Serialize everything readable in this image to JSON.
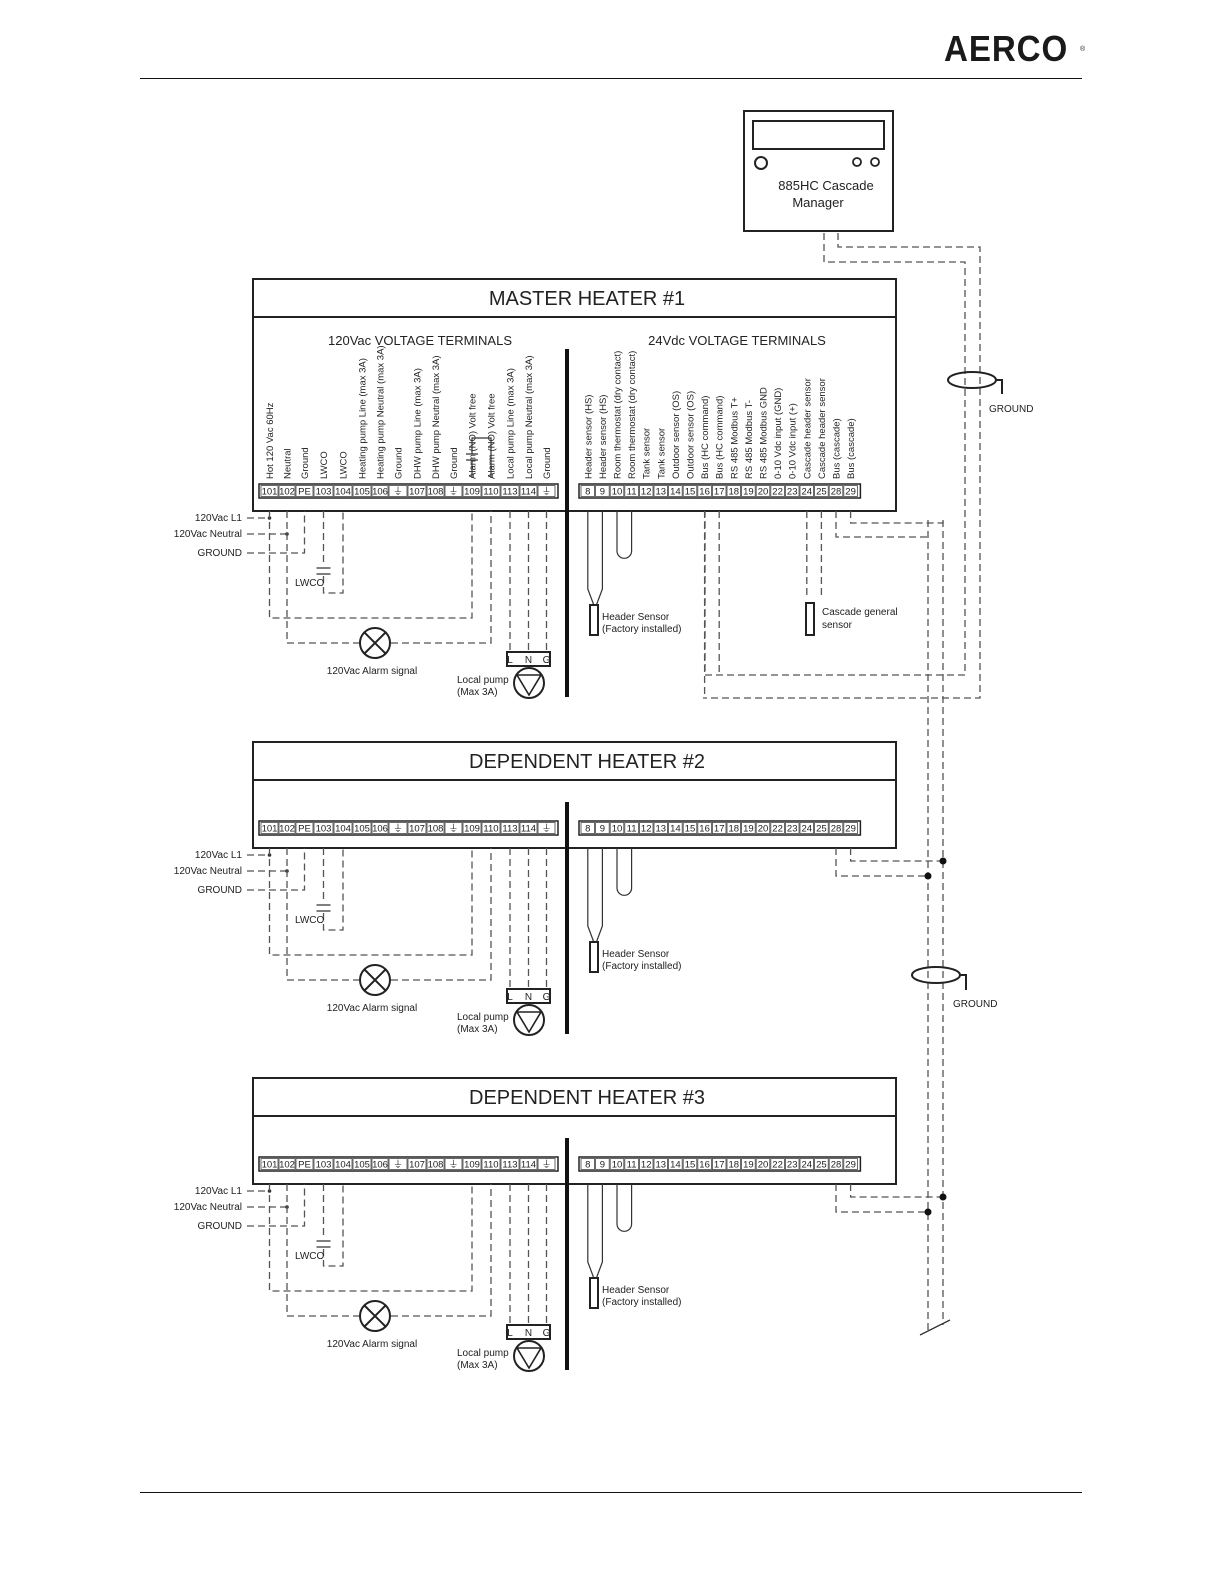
{
  "header": {
    "brand": "AERCO",
    "brand_mark": "®",
    "brand_color": "#5cb85c"
  },
  "manager": {
    "label_line1": "885HC Cascade",
    "label_line2": "Manager"
  },
  "ground_labels": {
    "upper": "GROUND",
    "lower": "GROUND"
  },
  "sections": {
    "ac_title": "120Vac VOLTAGE TERMINALS",
    "dc_title": "24Vdc VOLTAGE TERMINALS"
  },
  "heaters": [
    {
      "title": "MASTER HEATER #1",
      "show_labels": true,
      "has_cascade_sensor": true
    },
    {
      "title": "DEPENDENT HEATER #2",
      "show_labels": false,
      "has_cascade_sensor": false
    },
    {
      "title": "DEPENDENT HEATER #3",
      "show_labels": false,
      "has_cascade_sensor": false
    }
  ],
  "ac_terminals": [
    {
      "id": "101",
      "label": "Hot 120 Vac 60Hz"
    },
    {
      "id": "102",
      "label": "Neutral"
    },
    {
      "id": "PE",
      "label": "Ground"
    },
    {
      "id": "103",
      "label": "LWCO"
    },
    {
      "id": "104",
      "label": "LWCO"
    },
    {
      "id": "105",
      "label": "Heating pump Line (max 3A)"
    },
    {
      "id": "106",
      "label": "Heating pump Neutral (max 3A)"
    },
    {
      "id": "⏚",
      "label": "Ground"
    },
    {
      "id": "107",
      "label": "DHW pump Line (max 3A)"
    },
    {
      "id": "108",
      "label": "DHW pump Neutral (max 3A)"
    },
    {
      "id": "⏚",
      "label": "Ground"
    },
    {
      "id": "109",
      "label": "Alarm (NO) Volt free"
    },
    {
      "id": "110",
      "label": "Alarm (NO) Volt free"
    },
    {
      "id": "113",
      "label": "Local pump Line (max 3A)"
    },
    {
      "id": "114",
      "label": "Local pump Neutral  (max 3A)"
    },
    {
      "id": "⏚",
      "label": "Ground"
    }
  ],
  "dc_terminals": [
    {
      "id": "8",
      "label": "Header sensor (HS)"
    },
    {
      "id": "9",
      "label": "Header sensor (HS)"
    },
    {
      "id": "10",
      "label": "Room thermostat (dry contact)"
    },
    {
      "id": "11",
      "label": "Room thermostat (dry contact)"
    },
    {
      "id": "12",
      "label": "Tank sensor"
    },
    {
      "id": "13",
      "label": "Tank sensor"
    },
    {
      "id": "14",
      "label": "Outdoor sensor (OS)"
    },
    {
      "id": "15",
      "label": "Outdoor sensor (OS)"
    },
    {
      "id": "16",
      "label": "Bus (HC command)"
    },
    {
      "id": "17",
      "label": "Bus (HC command)"
    },
    {
      "id": "18",
      "label": "RS 485 Modbus T+"
    },
    {
      "id": "19",
      "label": "RS 485 Modbus T-"
    },
    {
      "id": "20",
      "label": "RS 485 Modbus GND"
    },
    {
      "id": "22",
      "label": "0-10 Vdc input (GND)"
    },
    {
      "id": "23",
      "label": "0-10 Vdc input (+)"
    },
    {
      "id": "24",
      "label": "Cascade header sensor"
    },
    {
      "id": "25",
      "label": "Cascade header sensor"
    },
    {
      "id": "28",
      "label": "Bus (cascade)"
    },
    {
      "id": "29",
      "label": "Bus (cascade)"
    }
  ],
  "supply_labels": [
    "120Vac L1",
    "120Vac Neutral",
    "GROUND"
  ],
  "lwco_label": "LWCO",
  "alarm_label": "120Vac Alarm signal",
  "pump": {
    "terminals": [
      "L",
      "N",
      "G"
    ],
    "label_line1": "Local pump",
    "label_line2": "(Max 3A)"
  },
  "header_sensor": {
    "line1": "Header Sensor",
    "line2": "(Factory installed)"
  },
  "cascade_sensor": {
    "line1": "Cascade general",
    "line2": "sensor"
  }
}
